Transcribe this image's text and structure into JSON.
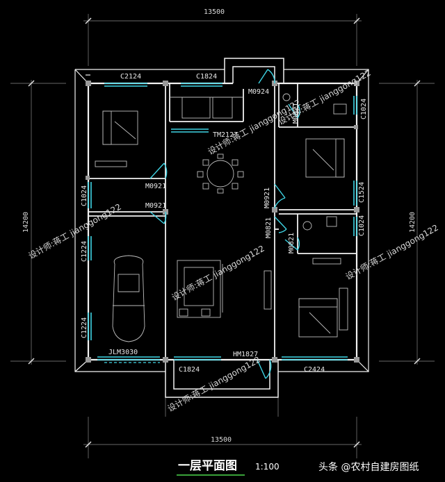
{
  "plan": {
    "dimensions": {
      "top_width": "13500",
      "bottom_width": "13500",
      "left_height": "14200",
      "right_height": "14200"
    },
    "labels": {
      "window_c2124": "C2124",
      "window_c1824_top": "C1824",
      "door_m0924": "M0924",
      "door_m0821_top": "M0821",
      "window_c1024_right": "C1024",
      "door_tm2127": "TM2127",
      "door_m0921_upper": "M0921",
      "door_m0921_lower": "M0921",
      "window_c1024_left": "C1024",
      "door_m0921_right": "M0921",
      "window_c1524": "C1524",
      "door_m0821_right": "M0821",
      "window_c1024_right2": "C1024",
      "door_m0821_mid": "M0821",
      "window_c1224_upper": "C1224",
      "window_c1224_lower": "C1224",
      "garage_door": "JLM3030",
      "door_hm1827": "HM1827",
      "window_c1824_bottom": "C1824",
      "window_c2424": "C2424"
    },
    "watermarks": {
      "wm1": "设计师:蒋工 jianggong122",
      "wm2": "设计师:蒋工 jianggong122",
      "wm3": "设计师:蒋工 jianggong122",
      "wm4": "设计师:蒋工 jianggong122",
      "wm5": "设计师:蒋工 jianggong122",
      "wm6": "设计师:蒋工 jianggong122"
    },
    "title": "一层平面图",
    "scale": "1:100",
    "credit": "头条 @农村自建房图纸",
    "colors": {
      "background": "#000000",
      "wall": "#f2f2f2",
      "window": "#3fd6e6",
      "door": "#3fd6e6",
      "furniture": "#bdbdbd",
      "axis": "#8a8a8a",
      "title_underline": "#3aa23a"
    }
  }
}
